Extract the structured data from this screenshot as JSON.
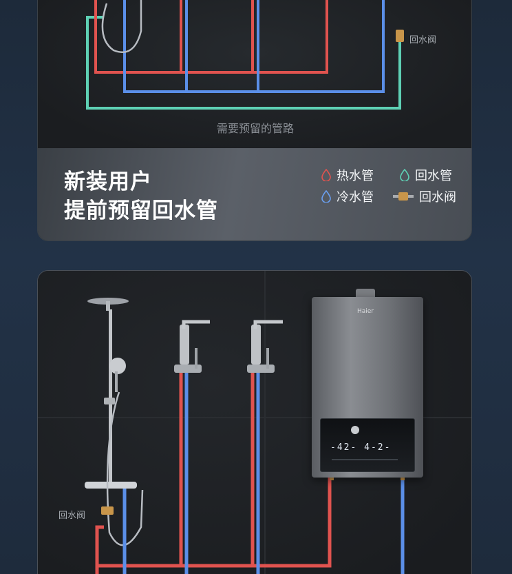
{
  "card_top": {
    "diagram_caption": "需要预留的管路",
    "valve_label": "回水阀",
    "headline_line1": "新装用户",
    "headline_line2": "提前预留回水管",
    "legend": [
      {
        "label": "热水管",
        "icon": "hot-pipe-drop-icon",
        "color": "#e0534f"
      },
      {
        "label": "回水管",
        "icon": "return-pipe-drop-icon",
        "color": "#5ed0b4"
      },
      {
        "label": "冷水管",
        "icon": "cold-pipe-drop-icon",
        "color": "#6a9ff0"
      },
      {
        "label": "回水阀",
        "icon": "return-valve-icon",
        "color": "#c8954a"
      }
    ]
  },
  "card_bottom": {
    "valve_label": "回水阀",
    "heater_brand": "Haier",
    "panel_display": "-42- 4-2-"
  },
  "colors": {
    "hot_pipe": "#e0534f",
    "cold_pipe": "#5b8fe8",
    "return_pipe": "#5ed0b4",
    "valve": "#c8954a"
  }
}
